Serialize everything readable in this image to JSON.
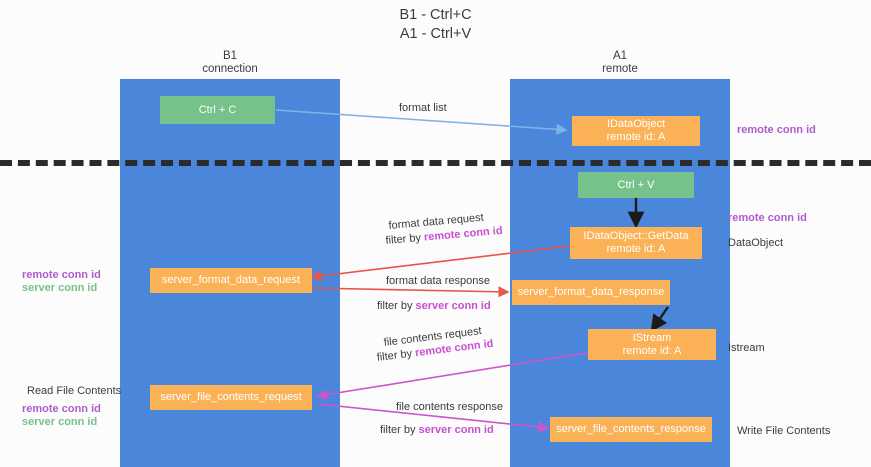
{
  "title": {
    "line1": "B1 - Ctrl+C",
    "line2": "A1 - Ctrl+V"
  },
  "lanes": [
    {
      "name": "b1",
      "head_line1": "B1",
      "head_line2": "connection"
    },
    {
      "name": "a1",
      "head_line1": "A1",
      "head_line2": "remote"
    }
  ],
  "boxes": {
    "ctrl_c": {
      "line1": "Ctrl + C",
      "line2": ""
    },
    "ctrl_v": {
      "line1": "Ctrl + V",
      "line2": ""
    },
    "idataobject_remote": {
      "line1": "IDataObject",
      "line2": "remote id: A"
    },
    "getdata": {
      "line1": "IDataObject::GetData",
      "line2": "remote id: A"
    },
    "server_format_data_request": {
      "line1": "server_format_data_request",
      "line2": ""
    },
    "server_format_data_response": {
      "line1": "server_format_data_response",
      "line2": ""
    },
    "istream": {
      "line1": "IStream",
      "line2": "remote id: A"
    },
    "server_file_contents_request": {
      "line1": "server_file_contents_request",
      "line2": ""
    },
    "server_file_contents_response": {
      "line1": "server_file_contents_response",
      "line2": ""
    }
  },
  "arrow_labels": {
    "format_list": "format list",
    "format_data_request": "format data request",
    "format_data_request_filter_prefix": "filter by ",
    "format_data_request_filter_key": "remote conn id",
    "format_data_response": "format data response",
    "format_data_response_filter_prefix": "filter by ",
    "format_data_response_filter_key": "server conn id",
    "file_contents_request": "file contents request",
    "file_contents_request_filter_prefix": "filter by ",
    "file_contents_request_filter_key": "remote conn id",
    "file_contents_response": "file contents response",
    "file_contents_response_filter_prefix": "filter by ",
    "file_contents_response_filter_key": "server conn id"
  },
  "side_labels": {
    "remote_conn_id_top": "remote conn id",
    "remote_conn_id_mid": "remote conn id",
    "dataobject": "DataObject",
    "istream": "Istream",
    "write_file_contents": "Write File Contents",
    "read_file_contents": "Read File Contents",
    "left_remote_conn_id_1": "remote conn id",
    "left_server_conn_id_1": "server conn id",
    "left_remote_conn_id_2": "remote conn id",
    "left_server_conn_id_2": "server conn id"
  },
  "colors": {
    "lane": "#4a86d9",
    "green_box": "#76c28a",
    "orange_box": "#fbb155",
    "purple_text": "#b05ccc",
    "green_text": "#76c28a",
    "red_arrow": "#e8554a",
    "magenta_arrow": "#cc55cc",
    "blue_arrow": "#7fb3e8",
    "black_arrow": "#1a1a1a"
  }
}
